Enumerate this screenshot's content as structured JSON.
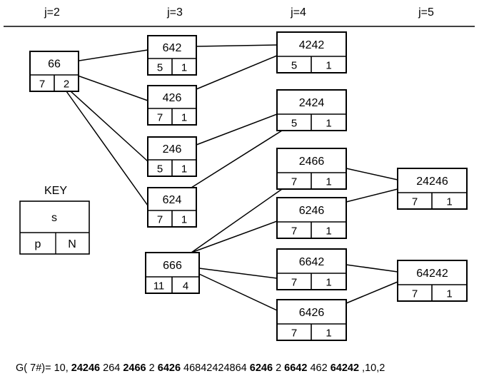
{
  "headers": [
    "j=2",
    "j=3",
    "j=4",
    "j=5"
  ],
  "nodes": [
    {
      "id": "n66",
      "s": "66",
      "p": "7",
      "N": "2"
    },
    {
      "id": "n642",
      "s": "642",
      "p": "5",
      "N": "1"
    },
    {
      "id": "n426",
      "s": "426",
      "p": "7",
      "N": "1"
    },
    {
      "id": "n246",
      "s": "246",
      "p": "5",
      "N": "1"
    },
    {
      "id": "n624",
      "s": "624",
      "p": "7",
      "N": "1"
    },
    {
      "id": "n666",
      "s": "666",
      "p": "11",
      "N": "4"
    },
    {
      "id": "n4242",
      "s": "4242",
      "p": "5",
      "N": "1"
    },
    {
      "id": "n2424",
      "s": "2424",
      "p": "5",
      "N": "1"
    },
    {
      "id": "n2466",
      "s": "2466",
      "p": "7",
      "N": "1"
    },
    {
      "id": "n6246",
      "s": "6246",
      "p": "7",
      "N": "1"
    },
    {
      "id": "n6642",
      "s": "6642",
      "p": "7",
      "N": "1"
    },
    {
      "id": "n6426",
      "s": "6426",
      "p": "7",
      "N": "1"
    },
    {
      "id": "n24246",
      "s": "24246",
      "p": "7",
      "N": "1"
    },
    {
      "id": "n64242",
      "s": "64242",
      "p": "7",
      "N": "1"
    }
  ],
  "edges": [
    [
      "n66",
      "n642"
    ],
    [
      "n66",
      "n426"
    ],
    [
      "n66",
      "n246"
    ],
    [
      "n66",
      "n624"
    ],
    [
      "n642",
      "n4242"
    ],
    [
      "n426",
      "n4242"
    ],
    [
      "n246",
      "n2424"
    ],
    [
      "n624",
      "n2424"
    ],
    [
      "n666",
      "n2466"
    ],
    [
      "n666",
      "n6246"
    ],
    [
      "n666",
      "n6642"
    ],
    [
      "n666",
      "n6426"
    ],
    [
      "n2466",
      "n24246"
    ],
    [
      "n6246",
      "n24246"
    ],
    [
      "n6642",
      "n64242"
    ],
    [
      "n6426",
      "n64242"
    ]
  ],
  "key": {
    "title": "KEY",
    "s": "s",
    "p": "p",
    "N": "N"
  },
  "formula": {
    "prefix": "G( 7#)= 10, ",
    "parts": [
      {
        "text": "24246",
        "bold": true
      },
      {
        "text": " 264 ",
        "bold": false
      },
      {
        "text": "2466",
        "bold": true
      },
      {
        "text": " 2 ",
        "bold": false
      },
      {
        "text": "6426",
        "bold": true
      },
      {
        "text": " 46842424864 ",
        "bold": false
      },
      {
        "text": "6246",
        "bold": true
      },
      {
        "text": " 2 ",
        "bold": false
      },
      {
        "text": "6642",
        "bold": true
      },
      {
        "text": " 462 ",
        "bold": false
      },
      {
        "text": "64242",
        "bold": true
      },
      {
        "text": " ,10,2",
        "bold": false
      }
    ]
  }
}
